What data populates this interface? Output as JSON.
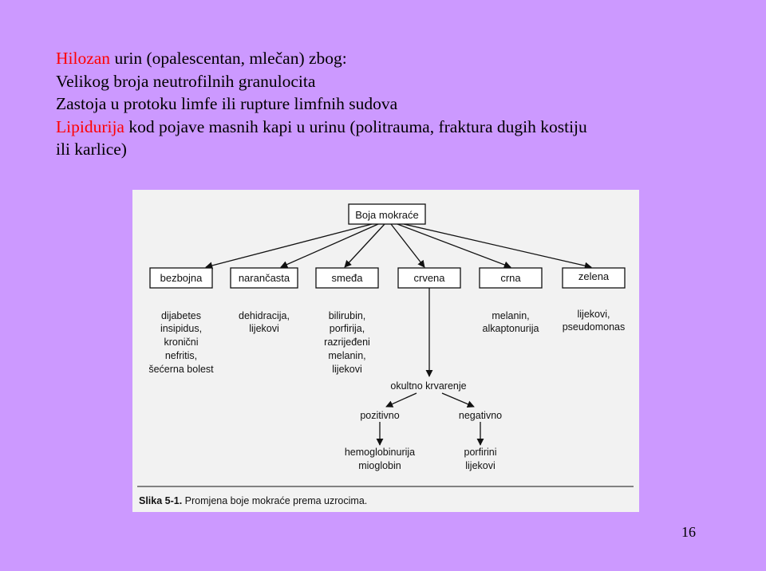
{
  "text": {
    "line1": {
      "highlight": "Hilozan",
      "rest": " urin (opalescentan, mlečan) zbog:"
    },
    "line2": "Velikog broja neutrofilnih granulocita",
    "line3": "Zastoja u protoku limfe ili rupture limfnih sudova",
    "line4": {
      "highlight": "Lipidurija",
      "rest": " kod pojave masnih kapi u urinu (politrauma, fraktura dugih kostiju"
    },
    "line5": "ili karlice)"
  },
  "colors": {
    "background": "#cc99ff",
    "highlight": "#ff0000",
    "figure_bg": "#f2f2f2"
  },
  "diagram": {
    "root": "Boja mokraće",
    "colors": [
      "bezbojna",
      "narančasta",
      "smeđa",
      "crvena",
      "crna",
      "zelena"
    ],
    "causes": {
      "bezbojna": [
        "dijabetes",
        "insipidus,",
        "kronični",
        "nefritis,",
        "šećerna bolest"
      ],
      "narancasta": [
        "dehidracija,",
        "lijekovi"
      ],
      "smeda": [
        "bilirubin,",
        "porfirija,",
        "razrijeđeni",
        "melanin,",
        "lijekovi"
      ],
      "crna": [
        "melanin,",
        "alkaptonurija"
      ],
      "zelena": [
        "lijekovi,",
        "pseudomonas"
      ]
    },
    "test": "okultno krvarenje",
    "positive": "pozitivno",
    "negative": "negativno",
    "positive_results": [
      "hemoglobinurija",
      "mioglobin"
    ],
    "negative_results": [
      "porfirini",
      "lijekovi"
    ],
    "caption_bold": "Slika 5-1.",
    "caption_rest": " Promjena boje mokraće prema uzrocima."
  },
  "page_number": "16"
}
